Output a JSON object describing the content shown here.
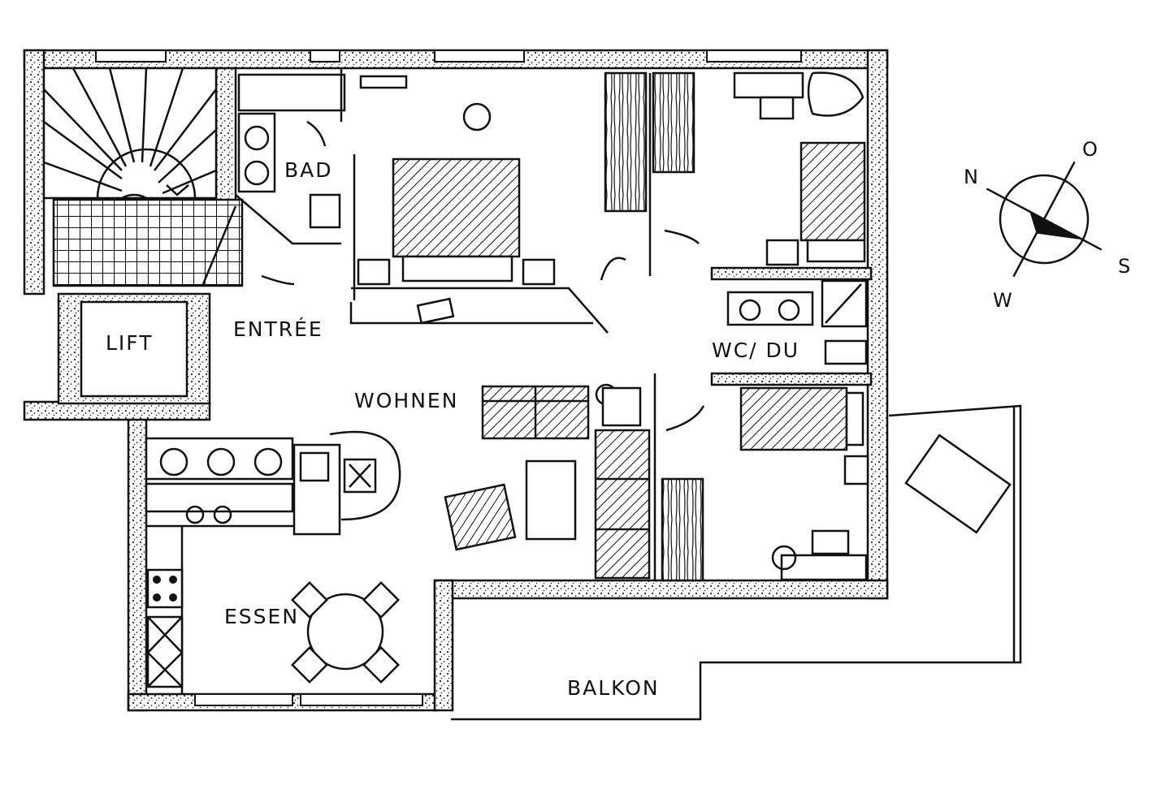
{
  "floor_plan": {
    "rooms": {
      "bad": "BAD",
      "lift": "LIFT",
      "entree": "ENTRÉE",
      "wohnen": "WOHNEN",
      "wc_du": "WC/ DU",
      "essen": "ESSEN",
      "balkon": "BALKON"
    },
    "compass": {
      "n": "N",
      "o": "O",
      "s": "S",
      "w": "W"
    }
  }
}
